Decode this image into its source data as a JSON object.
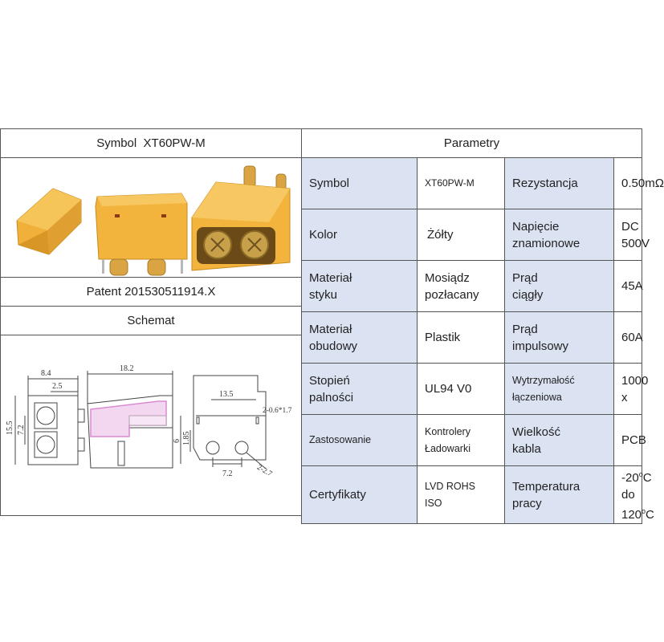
{
  "left": {
    "symbol_header": "Symbol  XT60PW-M",
    "patent": "Patent 201530511914.X",
    "schematic_header": "Schemat"
  },
  "parametry": {
    "header": "Parametry",
    "rows": [
      {
        "l1": "Symbol",
        "v1": "XT60PW-M",
        "l2": "Rezystancja",
        "v2": "0.50mΩ"
      },
      {
        "l1": "Kolor",
        "v1": "Żółty",
        "l2": "Napięcie\nznamionowe",
        "v2": "DC 500V"
      },
      {
        "l1": "Materiał\nstyku",
        "v1": "Mosiądz\npozłacany",
        "l2": "Prąd\nciągły",
        "v2": "45A"
      },
      {
        "l1": "Materiał\nobudowy",
        "v1": "Plastik",
        "l2": "Prąd\nimpulsowy",
        "v2": "60A"
      },
      {
        "l1": "Stopień\npalności",
        "v1": "UL94 V0",
        "l2": "Wytrzymałość\nłączeniowa",
        "v2": "1000 x"
      },
      {
        "l1": "Zastosowanie",
        "v1": "Kontrolery\nŁadowarki",
        "l2": "Wielkość\nkabla",
        "v2": "PCB"
      },
      {
        "l1": "Certyfikaty",
        "v1": "LVD ROHS\nISO",
        "l2": "Temperatura\npracy",
        "v2_a": "-20",
        "v2_sup1": "o",
        "v2_b": "C do",
        "v2_c": "120",
        "v2_sup2": "o",
        "v2_d": "C"
      }
    ]
  },
  "dimensions": {
    "d_8_4": "8.4",
    "d_2_5": "2.5",
    "d_15_5": "15.5",
    "d_7_2a": "7.2",
    "d_18_2": "18.2",
    "d_13_5": "13.5",
    "d_slot": "2-0.6*1.7",
    "d_6": "6",
    "d_1_85": "1.85",
    "d_7_2b": "7.2",
    "d_hole": "2-2.7"
  },
  "colors": {
    "connector_yellow": "#f2b43c",
    "table_blue": "#dbe3f2",
    "gold_pin": "#d9a441",
    "pink_section": "#d98bd0"
  }
}
